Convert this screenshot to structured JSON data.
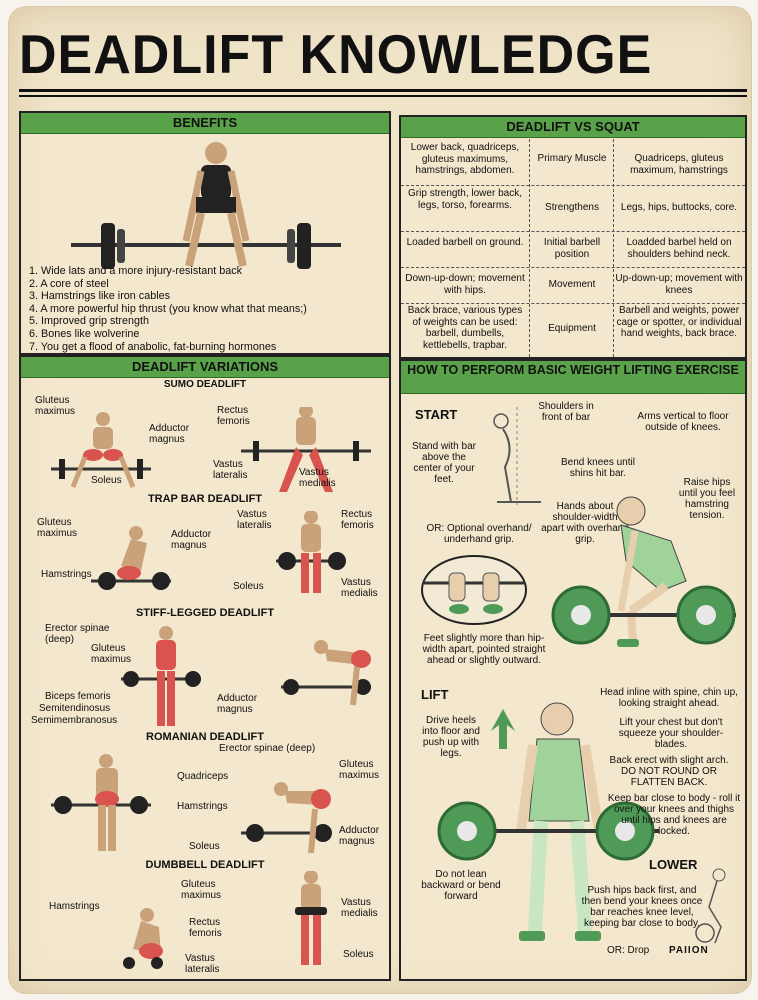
{
  "title": "DEADLIFT KNOWLEDGE",
  "benefits": {
    "heading": "BENEFITS",
    "items": [
      "1. Wide lats and a more injury-resistant back",
      "2. A core of steel",
      "3. Hamstrings like iron cables",
      "4. A more powerful hip thrust (you know what that means;)",
      "5. Improved grip strength",
      "6. Bones like wolverine",
      "7. You get a flood of anabolic, fat-burning hormones"
    ]
  },
  "vs_squat": {
    "heading": "DEADLIFT VS SQUAT",
    "rows": [
      {
        "deadlift": "Lower back, quadriceps, gluteus maximums, hamstrings, abdomen.",
        "aspect": "Primary Muscle",
        "squat": "Quadriceps, gluteus maximum, hamstrings"
      },
      {
        "deadlift": "Grip strength, lower back, legs, torso, forearms.",
        "aspect": "Strengthens",
        "squat": "Legs, hips, buttocks, core."
      },
      {
        "deadlift": "Loaded barbell on ground.",
        "aspect": "Initial barbell position",
        "squat": "Loadded barbel held on shoulders behind neck."
      },
      {
        "deadlift": "Down-up-down; movement with hips.",
        "aspect": "Movement",
        "squat": "Up-down-up; movement with knees"
      },
      {
        "deadlift": "Back brace, various types of weights can be used: barbell, dumbells, kettlebells, trapbar.",
        "aspect": "Equipment",
        "squat": "Barbell and weights, power cage or spotter, or individual hand weights, back brace."
      }
    ]
  },
  "variations": {
    "heading": "DEADLIFT VARIATIONS",
    "sumo": {
      "title": "SUMO DEADLIFT",
      "labels": [
        "Gluteus maximus",
        "Adductor magnus",
        "Soleus",
        "Rectus femoris",
        "Vastus lateralis",
        "Vastus medialis"
      ]
    },
    "trap": {
      "title": "TRAP BAR DEADLIFT",
      "labels": [
        "Gluteus maximus",
        "Adductor magnus",
        "Hamstrings",
        "Vastus lateralis",
        "Rectus femoris",
        "Soleus",
        "Vastus medialis"
      ]
    },
    "stiff": {
      "title": "STIFF-LEGGED DEADLIFT",
      "labels": [
        "Erector spinae (deep)",
        "Gluteus maximus",
        "Biceps femoris",
        "Semitendinosus",
        "Semimembranosus",
        "Adductor magnus"
      ]
    },
    "romanian": {
      "title": "ROMANIAN DEADLIFT",
      "labels": [
        "Erector spinae (deep)",
        "Gluteus maximus",
        "Quadriceps",
        "Hamstrings",
        "Adductor magnus",
        "Soleus"
      ]
    },
    "dumbbell": {
      "title": "DUMBBELL DEADLIFT",
      "labels": [
        "Gluteus maximus",
        "Hamstrings",
        "Rectus femoris",
        "Vastus lateralis",
        "Vastus medialis",
        "Soleus"
      ]
    }
  },
  "howto": {
    "heading": "HOW TO PERFORM BASIC WEIGHT LIFTING EXERCISE",
    "start": {
      "title": "START",
      "notes": [
        "Shoulders in front of bar",
        "Arms vertical to floor outside of knees.",
        "Stand with bar above the center of your feet.",
        "Bend knees until shins hit bar.",
        "Raise hips until you feel hamstring tension.",
        "Hands about shoulder-width apart with overhand grip.",
        "OR: Optional overhand/ underhand grip.",
        "Feet slightly more than hip-width apart, pointed straight ahead or slightly outward."
      ]
    },
    "lift": {
      "title": "LIFT",
      "notes": [
        "Head inline with spine, chin up, looking straight ahead.",
        "Drive heels into floor and push up with legs.",
        "Lift your chest but don't squeeze your shoulder-blades.",
        "Back erect with slight arch. DO NOT ROUND OR FLATTEN BACK.",
        "Keep bar close to body - roll it over your knees and thighs until hips and knees are locked.",
        "Do not lean backward or bend forward"
      ]
    },
    "lower": {
      "title": "LOWER",
      "notes": [
        "Push hips back first, and then bend your knees once bar reaches knee level, keeping bar close to body.",
        "OR: Drop"
      ]
    },
    "brand": "PAIION"
  },
  "colors": {
    "accent": "#5aa24a",
    "muscle": "#d9534f",
    "plate": "#4f9a56",
    "paper": "#efe3c8"
  }
}
